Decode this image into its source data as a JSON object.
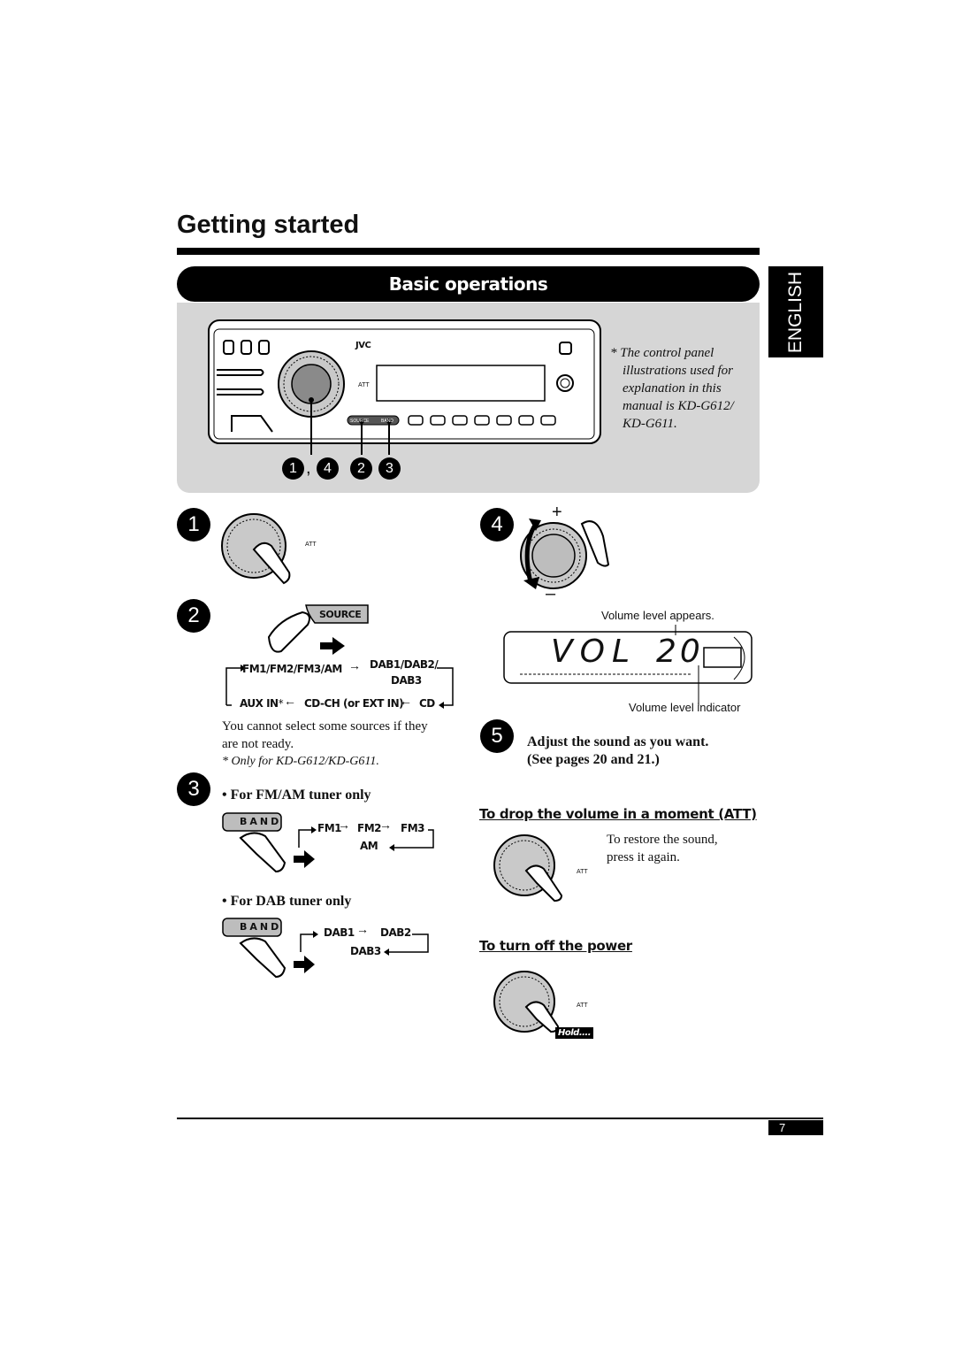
{
  "header": {
    "title": "Getting started",
    "section": "Basic operations",
    "language_tab": "ENGLISH"
  },
  "panel": {
    "brand": "JVC",
    "power_label": "ATT",
    "source_key": "SOURCE",
    "band_key": "BAND",
    "callout_labels": [
      "1",
      ",",
      "4",
      "2",
      "3"
    ],
    "note": [
      "* The control panel",
      "illustrations used for",
      "explanation in this",
      "manual is KD-G612/",
      "KD-G611."
    ]
  },
  "step1": {
    "number": "1",
    "att_label": "ATT"
  },
  "step2": {
    "number": "2",
    "source_button": "SOURCE",
    "flow_top_1": "FM1/FM2/FM3/AM",
    "flow_top_2": "DAB1/DAB2/",
    "flow_top_3": "DAB3",
    "flow_bottom_1": "AUX IN",
    "flow_bottom_star": "*",
    "flow_bottom_2": "CD-CH (or EXT IN)",
    "flow_bottom_3": "CD",
    "note_1": "You cannot select some sources if they",
    "note_2": "are not ready.",
    "footnote": "*  Only for KD-G612/KD-G611."
  },
  "step3": {
    "number": "3",
    "fmam_heading": "•  For FM/AM tuner only",
    "band_button": "BAND",
    "fm1": "FM1",
    "fm2": "FM2",
    "fm3": "FM3",
    "am": "AM",
    "dab_heading": "•  For DAB tuner only",
    "dab1": "DAB1",
    "dab2": "DAB2",
    "dab3": "DAB3"
  },
  "step4": {
    "number": "4",
    "plus": "+",
    "minus": "–",
    "volume_appears": "Volume level appears.",
    "display_text": "VOL",
    "display_level": "20",
    "volume_indicator": "Volume level indicator"
  },
  "step5": {
    "number": "5",
    "line1": "Adjust the sound as you want.",
    "line2": "(See pages 20 and 21.)"
  },
  "att_section": {
    "heading": "To drop the volume in a moment (ATT)",
    "line1": "To restore the sound,",
    "line2": "press it again.",
    "att_label": "ATT"
  },
  "power_section": {
    "heading": "To turn off the power",
    "hold_label": "Hold....",
    "att_label": "ATT"
  },
  "footer": {
    "page_number": "7"
  }
}
